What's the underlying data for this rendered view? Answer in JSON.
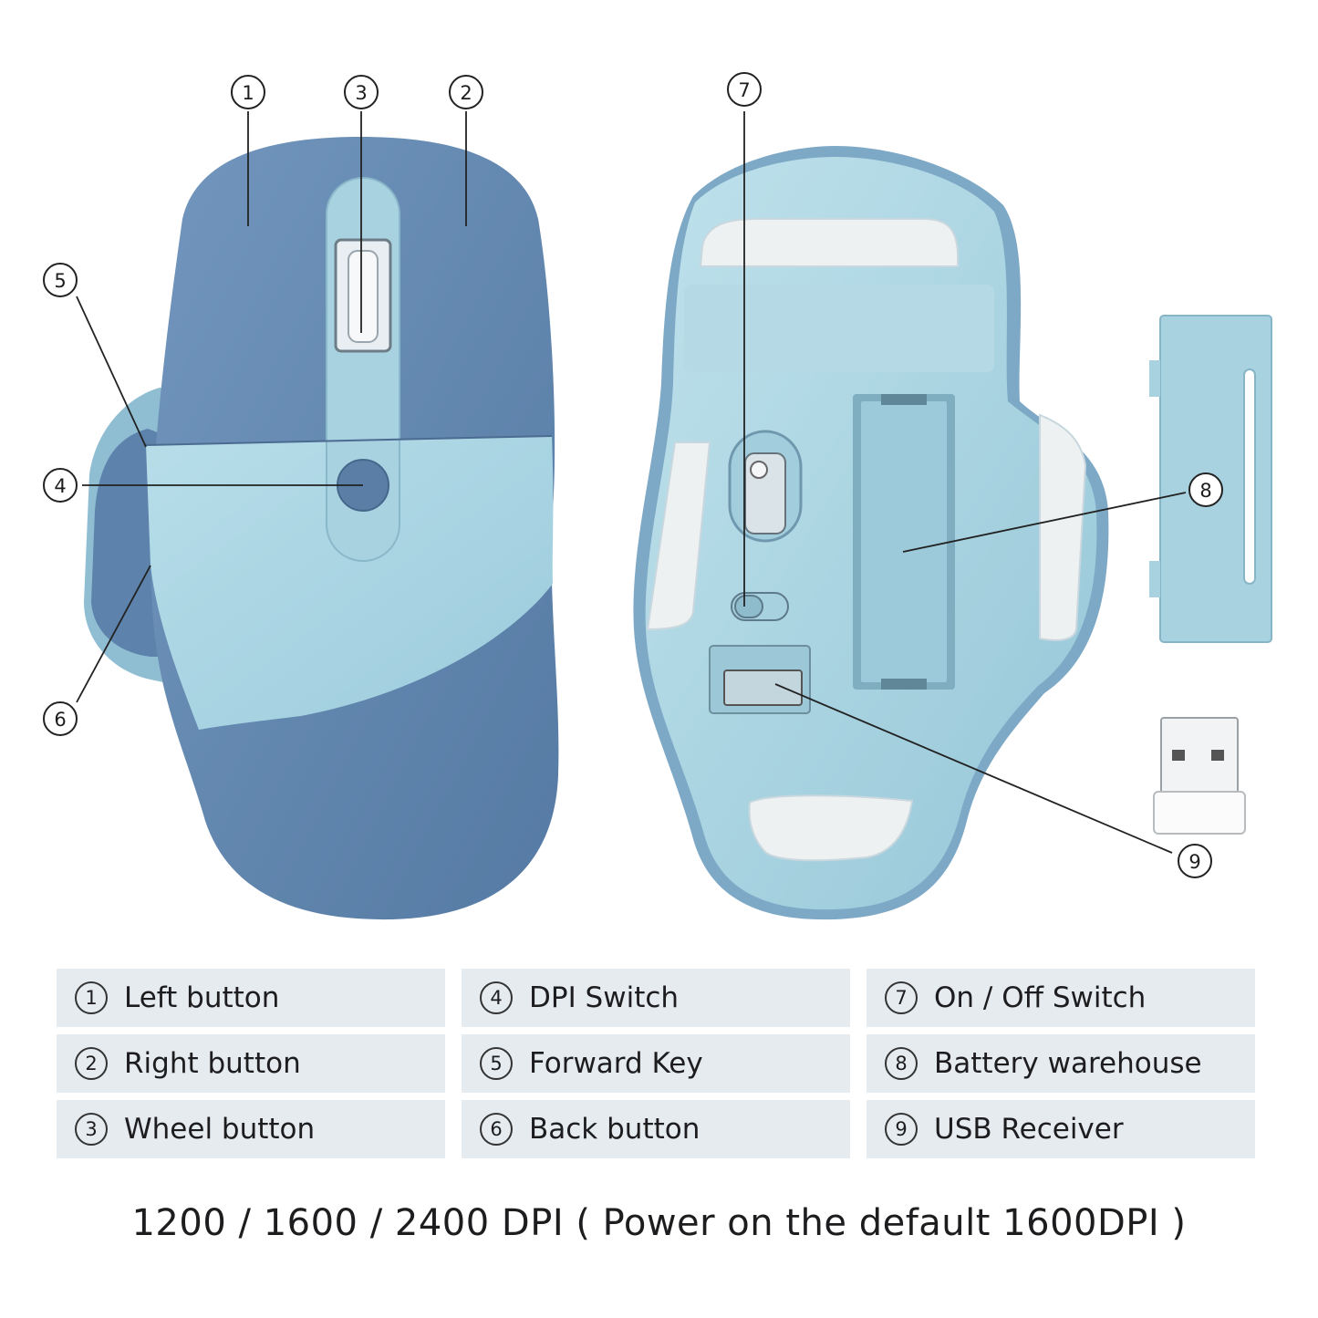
{
  "callouts": [
    "1",
    "2",
    "3",
    "4",
    "5",
    "6",
    "7",
    "8",
    "9"
  ],
  "legend": [
    {
      "num": "1",
      "label": "Left button"
    },
    {
      "num": "4",
      "label": "DPI Switch"
    },
    {
      "num": "7",
      "label": "On / Off Switch"
    },
    {
      "num": "2",
      "label": "Right button"
    },
    {
      "num": "5",
      "label": "Forward Key"
    },
    {
      "num": "8",
      "label": "Battery warehouse"
    },
    {
      "num": "3",
      "label": "Wheel button"
    },
    {
      "num": "6",
      "label": "Back button"
    },
    {
      "num": "9",
      "label": "USB Receiver"
    }
  ],
  "footnote": "1200 / 1600 / 2400 DPI ( Power on the default 1600DPI )",
  "colors": {
    "dark_blue": "#5d7fa6",
    "light_blue": "#a8d3e0",
    "pad_white": "#eef1f2",
    "legend_bg": "#e5ebef"
  }
}
